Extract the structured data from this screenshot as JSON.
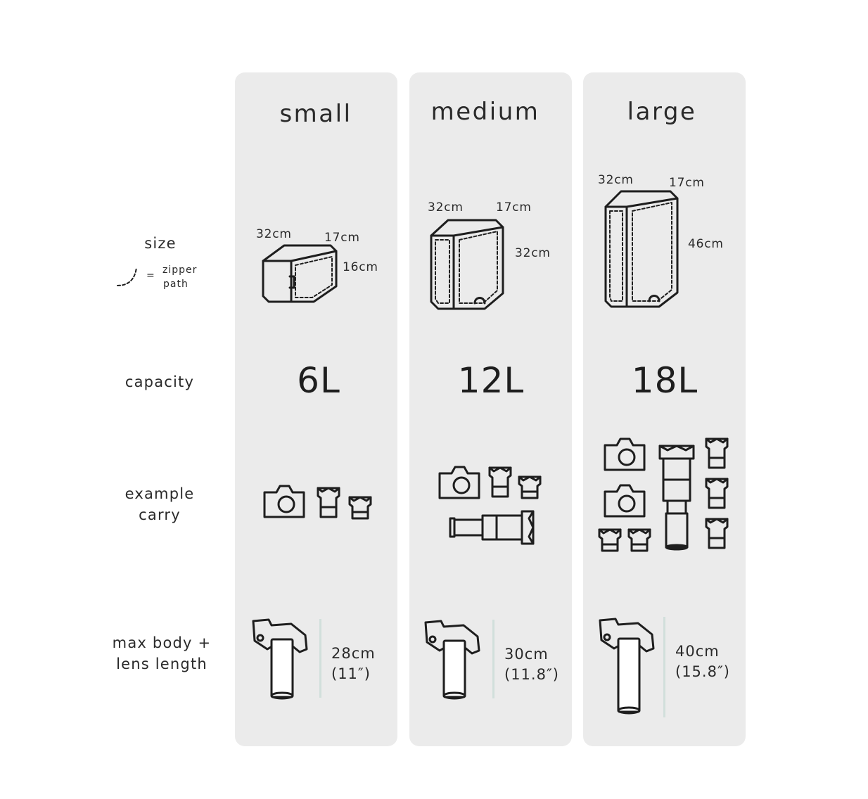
{
  "rows": {
    "size_label": "size",
    "zipper_eq": "=",
    "zipper_label_1": "zipper",
    "zipper_label_2": "path",
    "capacity_label": "capacity",
    "example_label_1": "example",
    "example_label_2": "carry",
    "maxlen_label_1": "max body +",
    "maxlen_label_2": "lens length"
  },
  "columns": [
    {
      "name": "small",
      "capacity": "6L",
      "width": "32cm",
      "depth": "17cm",
      "height": "16cm",
      "lens_cm": "28cm",
      "lens_in": "(11″)",
      "carry": [
        "camera-icon",
        "lens-icon",
        "short-lens-icon"
      ]
    },
    {
      "name": "medium",
      "capacity": "12L",
      "width": "32cm",
      "depth": "17cm",
      "height": "32cm",
      "lens_cm": "30cm",
      "lens_in": "(11.8″)",
      "carry": [
        "camera-icon",
        "lens-icon",
        "short-lens-icon",
        "telephoto-lens-icon"
      ]
    },
    {
      "name": "large",
      "capacity": "18L",
      "width": "32cm",
      "depth": "17cm",
      "height": "46cm",
      "lens_cm": "40cm",
      "lens_in": "(15.8″)",
      "carry": [
        "camera-icon",
        "camera-icon",
        "telephoto-lens-icon",
        "lens-icon",
        "lens-icon",
        "lens-icon",
        "short-lens-icon",
        "short-lens-icon"
      ]
    }
  ],
  "colors": {
    "panel": "#ebebeb",
    "ink": "#1e1e1e",
    "divider": "#d1dfdb"
  }
}
